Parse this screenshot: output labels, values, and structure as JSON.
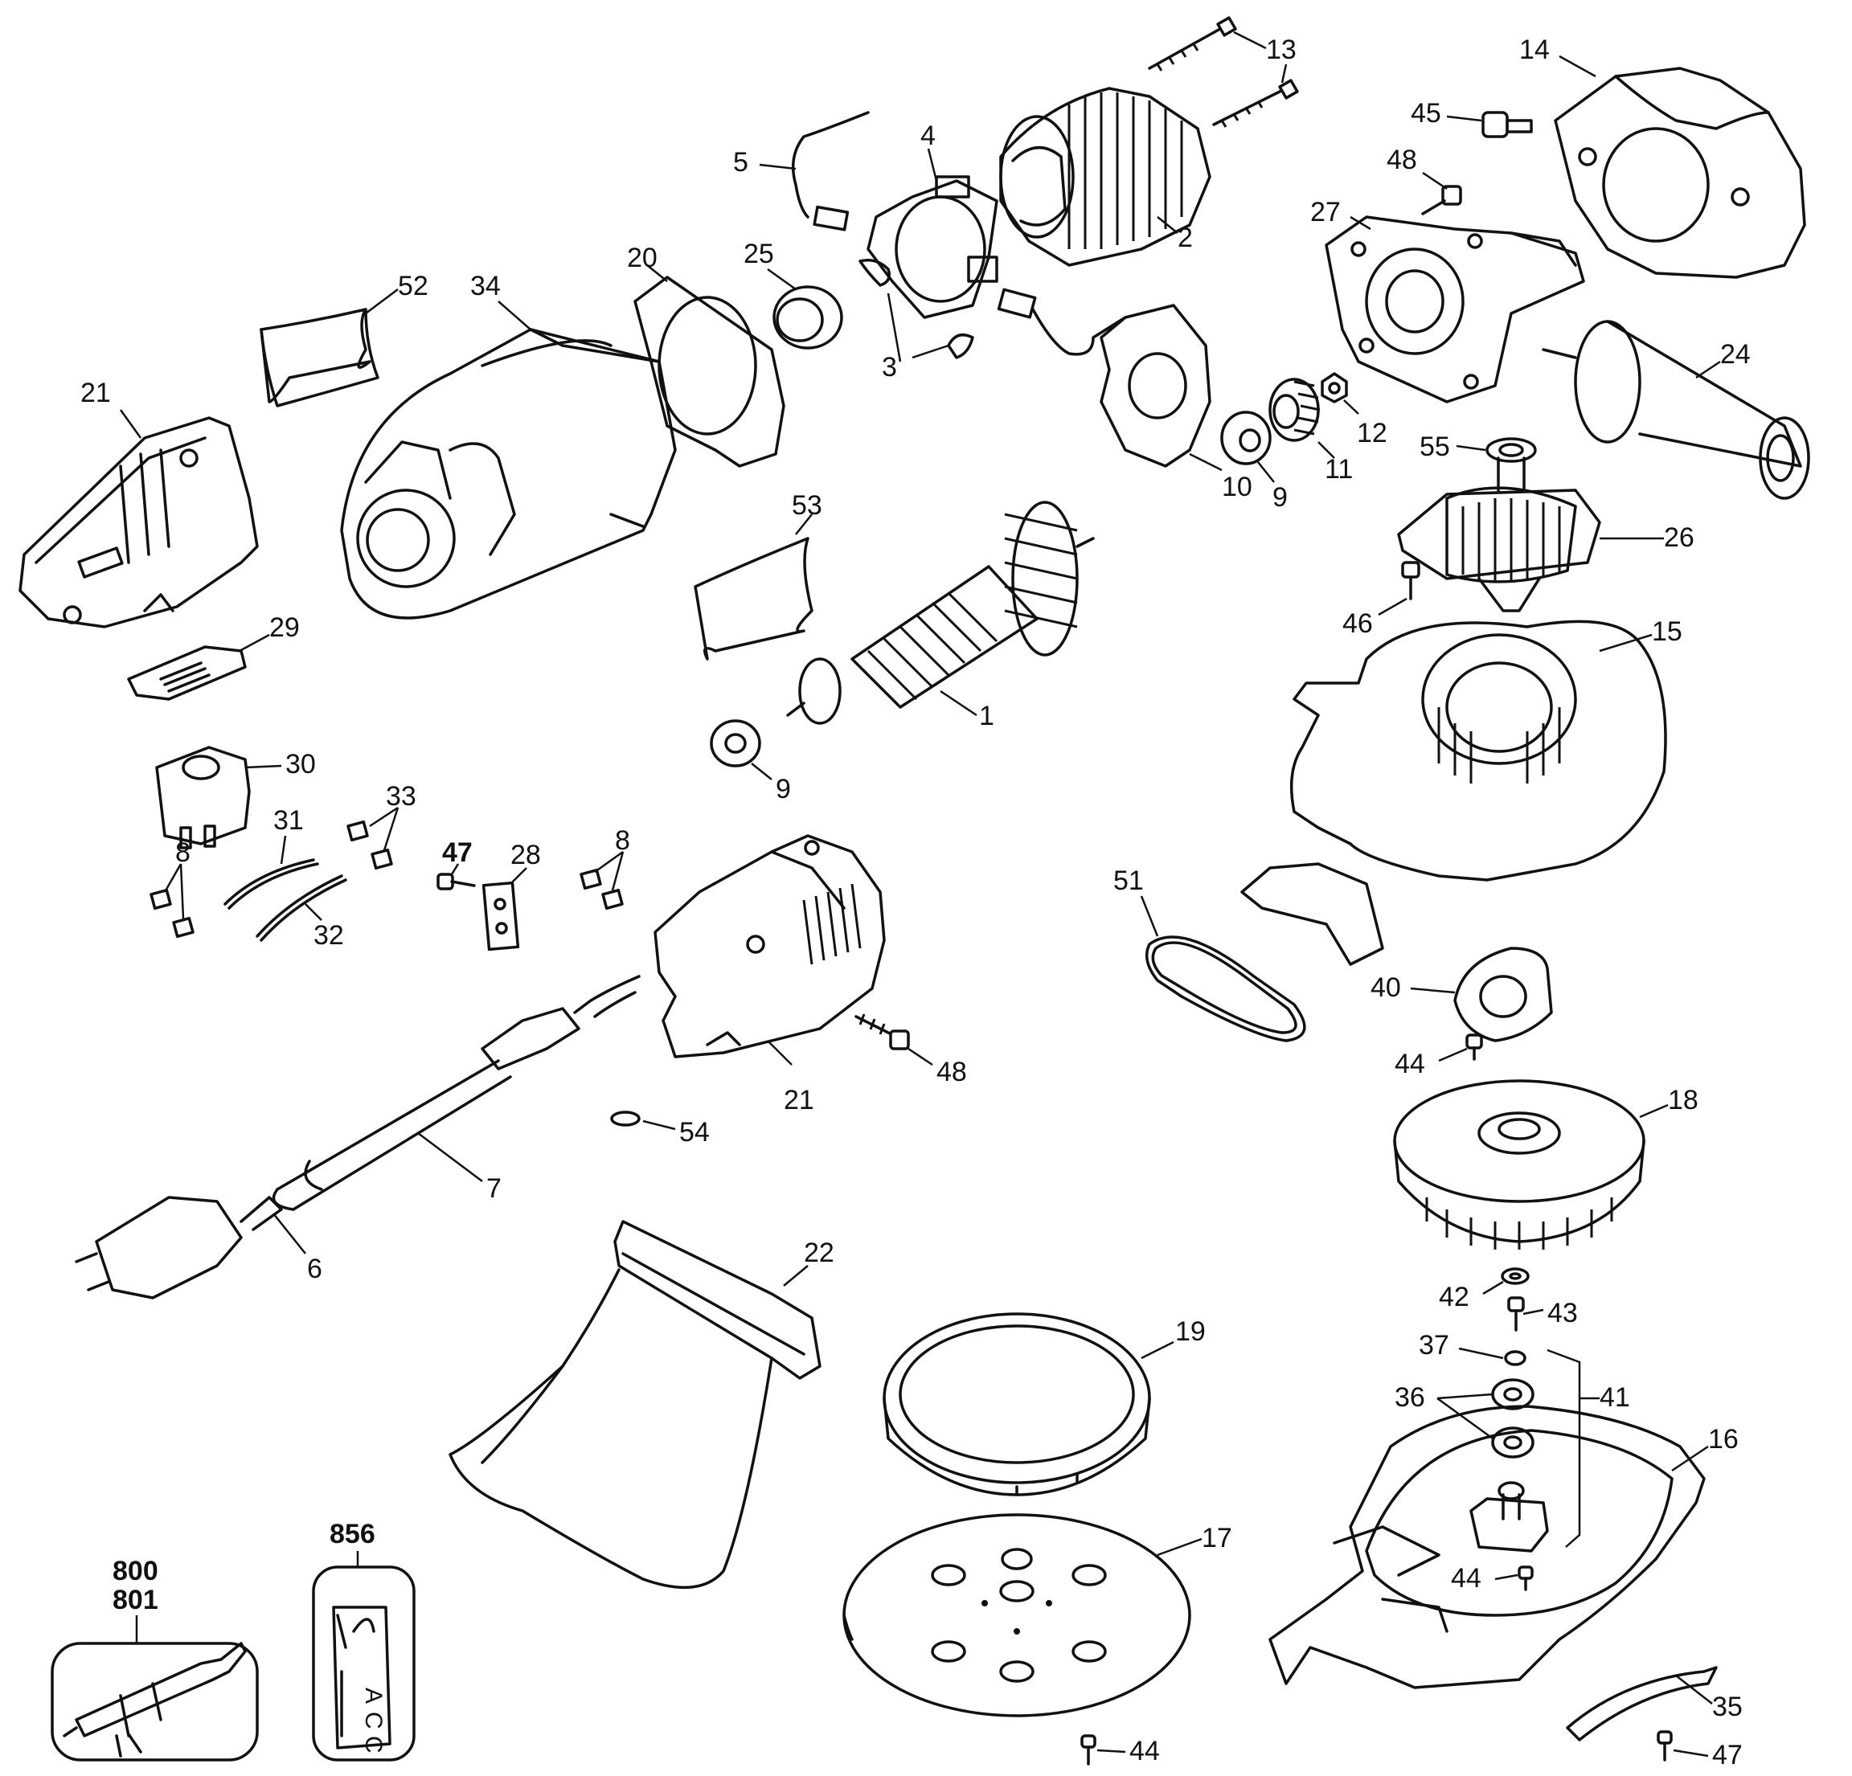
{
  "diagram": {
    "callouts": {
      "c1": "1",
      "c2": "2",
      "c3": "3",
      "c4": "4",
      "c5": "5",
      "c6": "6",
      "c7": "7",
      "c8a": "8",
      "c8b": "8",
      "c9a": "9",
      "c9b": "9",
      "c10": "10",
      "c11": "11",
      "c12": "12",
      "c13": "13",
      "c14": "14",
      "c15": "15",
      "c16": "16",
      "c17": "17",
      "c18": "18",
      "c19": "19",
      "c20": "20",
      "c21a": "21",
      "c21b": "21",
      "c22": "22",
      "c24": "24",
      "c25": "25",
      "c26": "26",
      "c27": "27",
      "c28": "28",
      "c29": "29",
      "c30": "30",
      "c31": "31",
      "c32": "32",
      "c33": "33",
      "c34": "34",
      "c35": "35",
      "c36": "36",
      "c37": "37",
      "c40": "40",
      "c41": "41",
      "c42": "42",
      "c43": "43",
      "c44a": "44",
      "c44b": "44",
      "c44c": "44",
      "c45": "45",
      "c46": "46",
      "c47a": "47",
      "c47b": "47",
      "c48a": "48",
      "c48b": "48",
      "c51": "51",
      "c52": "52",
      "c53": "53",
      "c54": "54",
      "c55": "55",
      "c800": "800",
      "c801": "801",
      "c856": "856"
    },
    "kit_label": {
      "a": "A",
      "c1": "C",
      "c2": "C"
    }
  }
}
